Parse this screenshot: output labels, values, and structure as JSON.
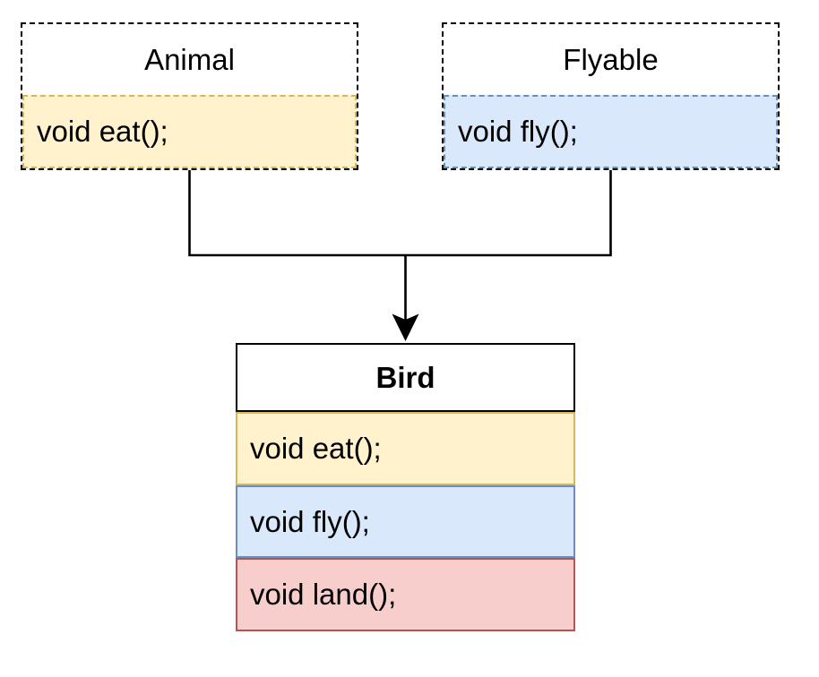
{
  "canvas": {
    "background": "#FFFFFF"
  },
  "classes": [
    {
      "title": "Animal",
      "members": [
        {
          "label": "void eat();",
          "fill": "#FFF2CC",
          "stroke": "#D6B656"
        }
      ]
    },
    {
      "title": "Flyable",
      "members": [
        {
          "label": "void fly();",
          "fill": "#DAE8FC",
          "stroke": "#6C8EBF"
        }
      ]
    },
    {
      "title": "Bird",
      "members": [
        {
          "label": "void eat();",
          "fill": "#FFF2CC",
          "stroke": "#D6B656"
        },
        {
          "label": "void fly();",
          "fill": "#DAE8FC",
          "stroke": "#6C8EBF"
        },
        {
          "label": "void land();",
          "fill": "#F8CECC",
          "stroke": "#B85450"
        }
      ]
    }
  ],
  "connector": {
    "color": "#000000"
  },
  "icons": {
    "collapse_minus": "−"
  }
}
